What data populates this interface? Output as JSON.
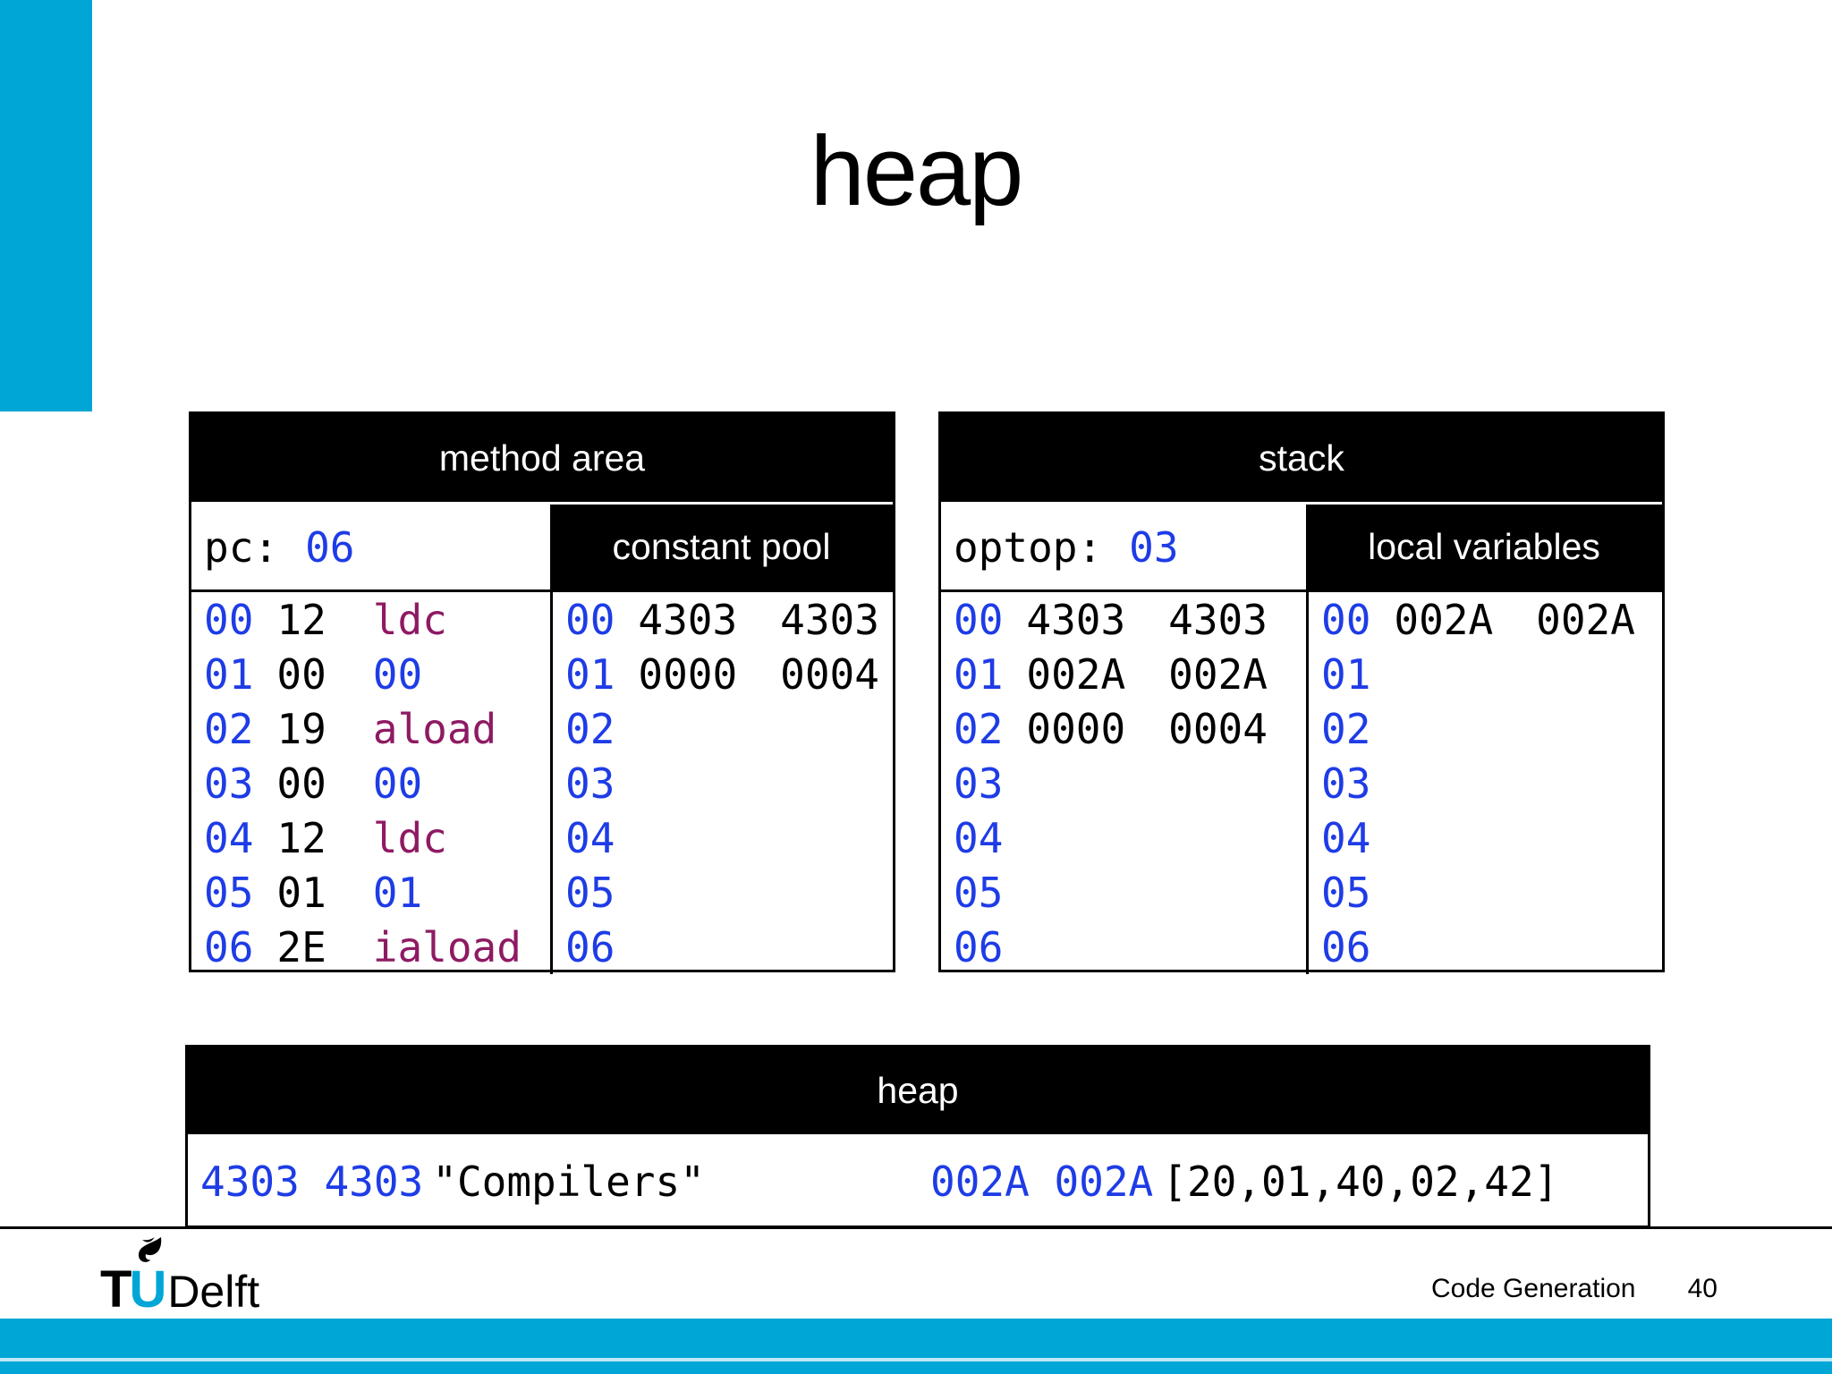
{
  "title": "heap",
  "colors": {
    "accent": "#00A6D6",
    "blue": "#1e3ce6",
    "purple": "#8e1a63"
  },
  "method_area": {
    "header": "method area",
    "pc_label": "pc:",
    "pc_value": "06",
    "pool_header": "constant pool",
    "instructions": [
      {
        "addr": "00",
        "byte": "12",
        "op": "ldc",
        "op_type": "mnemonic"
      },
      {
        "addr": "01",
        "byte": "00",
        "op": "00",
        "op_type": "operand"
      },
      {
        "addr": "02",
        "byte": "19",
        "op": "aload",
        "op_type": "mnemonic"
      },
      {
        "addr": "03",
        "byte": "00",
        "op": "00",
        "op_type": "operand"
      },
      {
        "addr": "04",
        "byte": "12",
        "op": "ldc",
        "op_type": "mnemonic"
      },
      {
        "addr": "05",
        "byte": "01",
        "op": "01",
        "op_type": "operand"
      },
      {
        "addr": "06",
        "byte": "2E",
        "op": "iaload",
        "op_type": "mnemonic"
      }
    ],
    "constant_pool": [
      {
        "addr": "00",
        "values": [
          "4303",
          "4303"
        ]
      },
      {
        "addr": "01",
        "values": [
          "0000",
          "0004"
        ]
      },
      {
        "addr": "02",
        "values": []
      },
      {
        "addr": "03",
        "values": []
      },
      {
        "addr": "04",
        "values": []
      },
      {
        "addr": "05",
        "values": []
      },
      {
        "addr": "06",
        "values": []
      }
    ]
  },
  "stack": {
    "header": "stack",
    "optop_label": "optop:",
    "optop_value": "03",
    "locals_header": "local variables",
    "operand_stack": [
      {
        "addr": "00",
        "values": [
          "4303",
          "4303"
        ]
      },
      {
        "addr": "01",
        "values": [
          "002A",
          "002A"
        ]
      },
      {
        "addr": "02",
        "values": [
          "0000",
          "0004"
        ]
      },
      {
        "addr": "03",
        "values": []
      },
      {
        "addr": "04",
        "values": []
      },
      {
        "addr": "05",
        "values": []
      },
      {
        "addr": "06",
        "values": []
      }
    ],
    "local_variables": [
      {
        "addr": "00",
        "values": [
          "002A",
          "002A"
        ]
      },
      {
        "addr": "01",
        "values": []
      },
      {
        "addr": "02",
        "values": []
      },
      {
        "addr": "03",
        "values": []
      },
      {
        "addr": "04",
        "values": []
      },
      {
        "addr": "05",
        "values": []
      },
      {
        "addr": "06",
        "values": []
      }
    ]
  },
  "heap": {
    "header": "heap",
    "entries": [
      {
        "addr": "4303 4303",
        "value": "\"Compilers\""
      },
      {
        "addr": "002A 002A",
        "value": "[20,01,40,02,42]"
      }
    ]
  },
  "footer": {
    "logo_icon": "flame-icon",
    "logo_tu_t": "T",
    "logo_tu_u": "U",
    "logo_delft": "Delft",
    "course": "Code Generation",
    "page": "40"
  }
}
